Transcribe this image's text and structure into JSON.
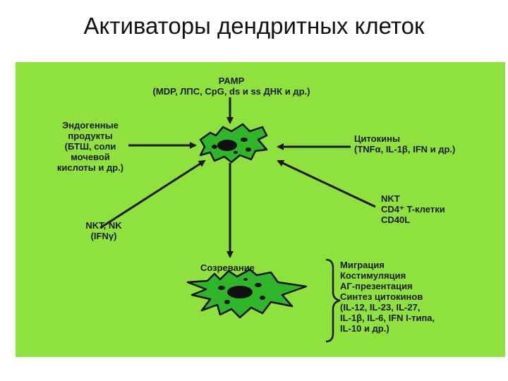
{
  "title": "Активаторы дендритных клеток",
  "diagram": {
    "pamp": {
      "line1": "PAMP",
      "line2": "(MDP, ЛПС, CpG, ds и ss ДНК и др.)"
    },
    "endogenous": {
      "lines": [
        "Эндогенные",
        "продукты",
        "(БТШ, соли",
        "мочевой",
        "кислоты и др.)"
      ]
    },
    "cytokines": {
      "line1": "Цитокины",
      "line2": "(TNFα, IL-1β, IFN и др.)"
    },
    "nkt_cd4": {
      "lines": [
        "NKT",
        "CD4⁺ T-клетки",
        "CD40L"
      ]
    },
    "nkt_nk": {
      "lines": [
        "NKT, NK",
        "(IFNγ)"
      ]
    },
    "maturation": "Созревание",
    "outcomes": {
      "lines": [
        "Миграция",
        "Костимуляция",
        "АГ-презентация",
        "Синтез цитокинов",
        "(IL-12, IL-23, IL-27,",
        "IL-1β, IL-6, IFN I-типа,",
        "IL-10 и др.)"
      ]
    },
    "colors": {
      "background": "#8fe13d",
      "cell": "#2fb52a",
      "outline": "#111111"
    }
  }
}
